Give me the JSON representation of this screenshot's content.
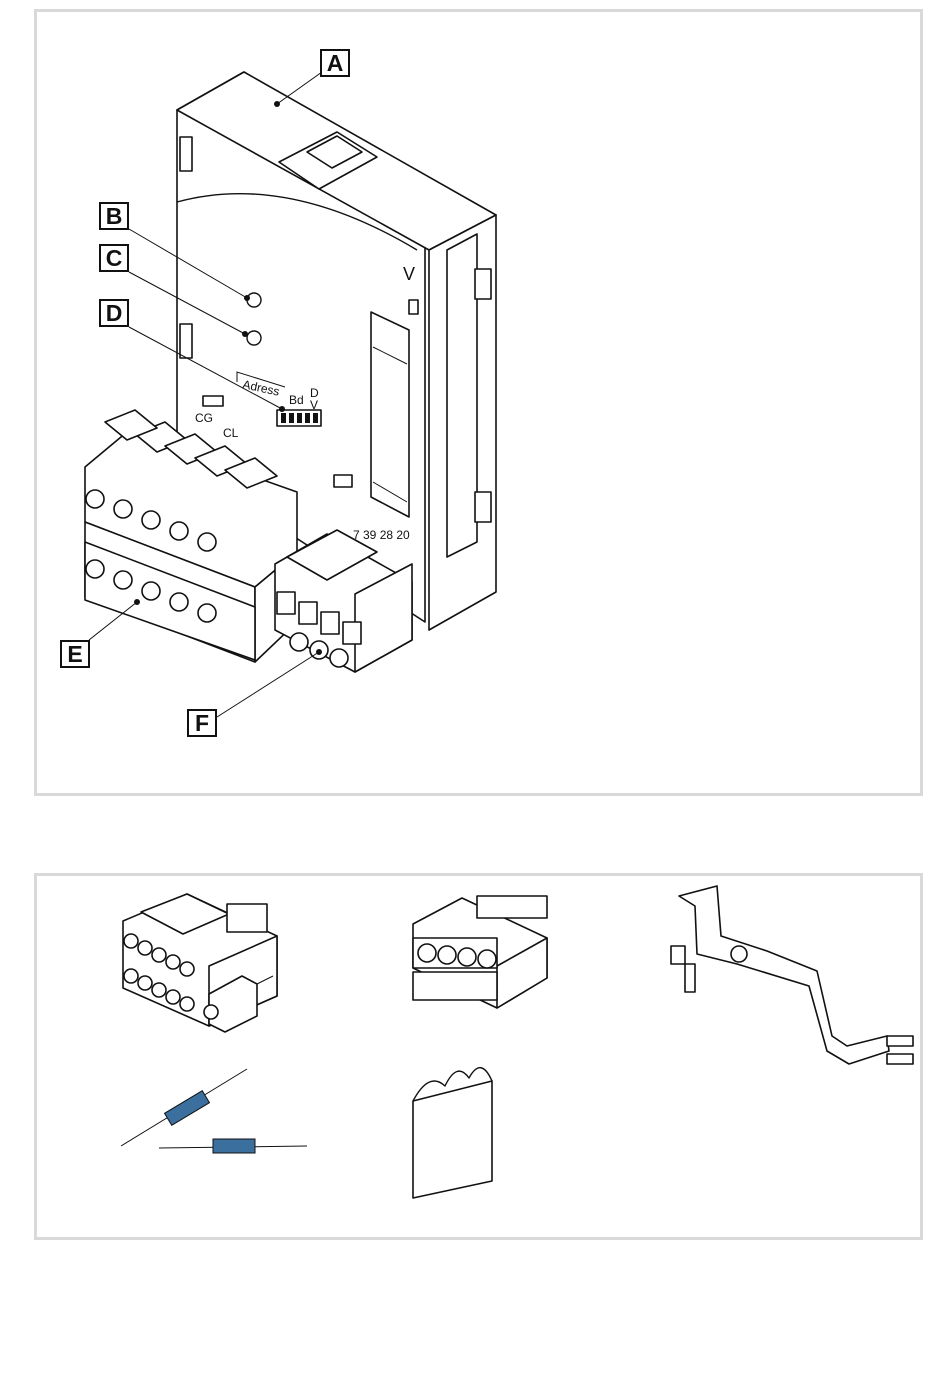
{
  "callouts": {
    "a": "A",
    "b": "B",
    "c": "C",
    "d": "D",
    "e": "E",
    "f": "F"
  },
  "device_labels": {
    "v": "V",
    "adress": "Adress",
    "bd": "Bd",
    "d": "D",
    "dv": "V",
    "cg": "CG",
    "cl": "CL",
    "terminal_numbers": "7 39 28 20"
  },
  "accessories": [
    {
      "name": "terminal-block-10-pin"
    },
    {
      "name": "terminal-block-4-pin"
    },
    {
      "name": "mounting-bracket"
    },
    {
      "name": "resistors"
    },
    {
      "name": "instruction-booklet"
    }
  ],
  "colors": {
    "border": "#d9d9d9",
    "line": "#111111",
    "resistor_body": "#3a6f9e"
  }
}
